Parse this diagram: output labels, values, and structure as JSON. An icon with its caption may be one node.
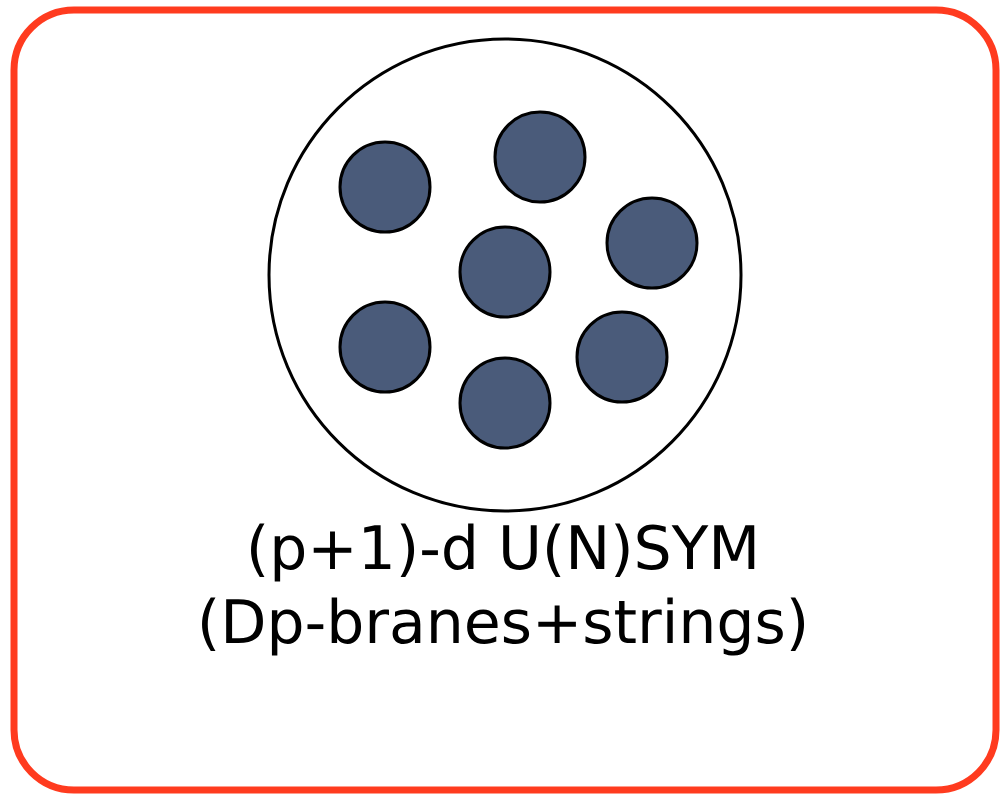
{
  "diagram": {
    "nodes": [
      {
        "text": [
          "(p+1)-d U(N)SYM",
          "(Dp-branes+strings)"
        ]
      },
      {
        "text": [],
        "shape": "circle",
        "in": 0
      },
      {
        "text": [],
        "shape": "circle",
        "in": 1
      },
      {
        "text": [],
        "shape": "circle",
        "in": 1
      },
      {
        "text": [],
        "shape": "circle",
        "in": 1
      },
      {
        "text": [],
        "shape": "circle",
        "in": 1
      },
      {
        "text": [],
        "shape": "circle",
        "in": 1
      },
      {
        "text": [],
        "shape": "circle",
        "in": 1
      },
      {
        "text": [],
        "shape": "circle",
        "in": 1
      }
    ]
  }
}
